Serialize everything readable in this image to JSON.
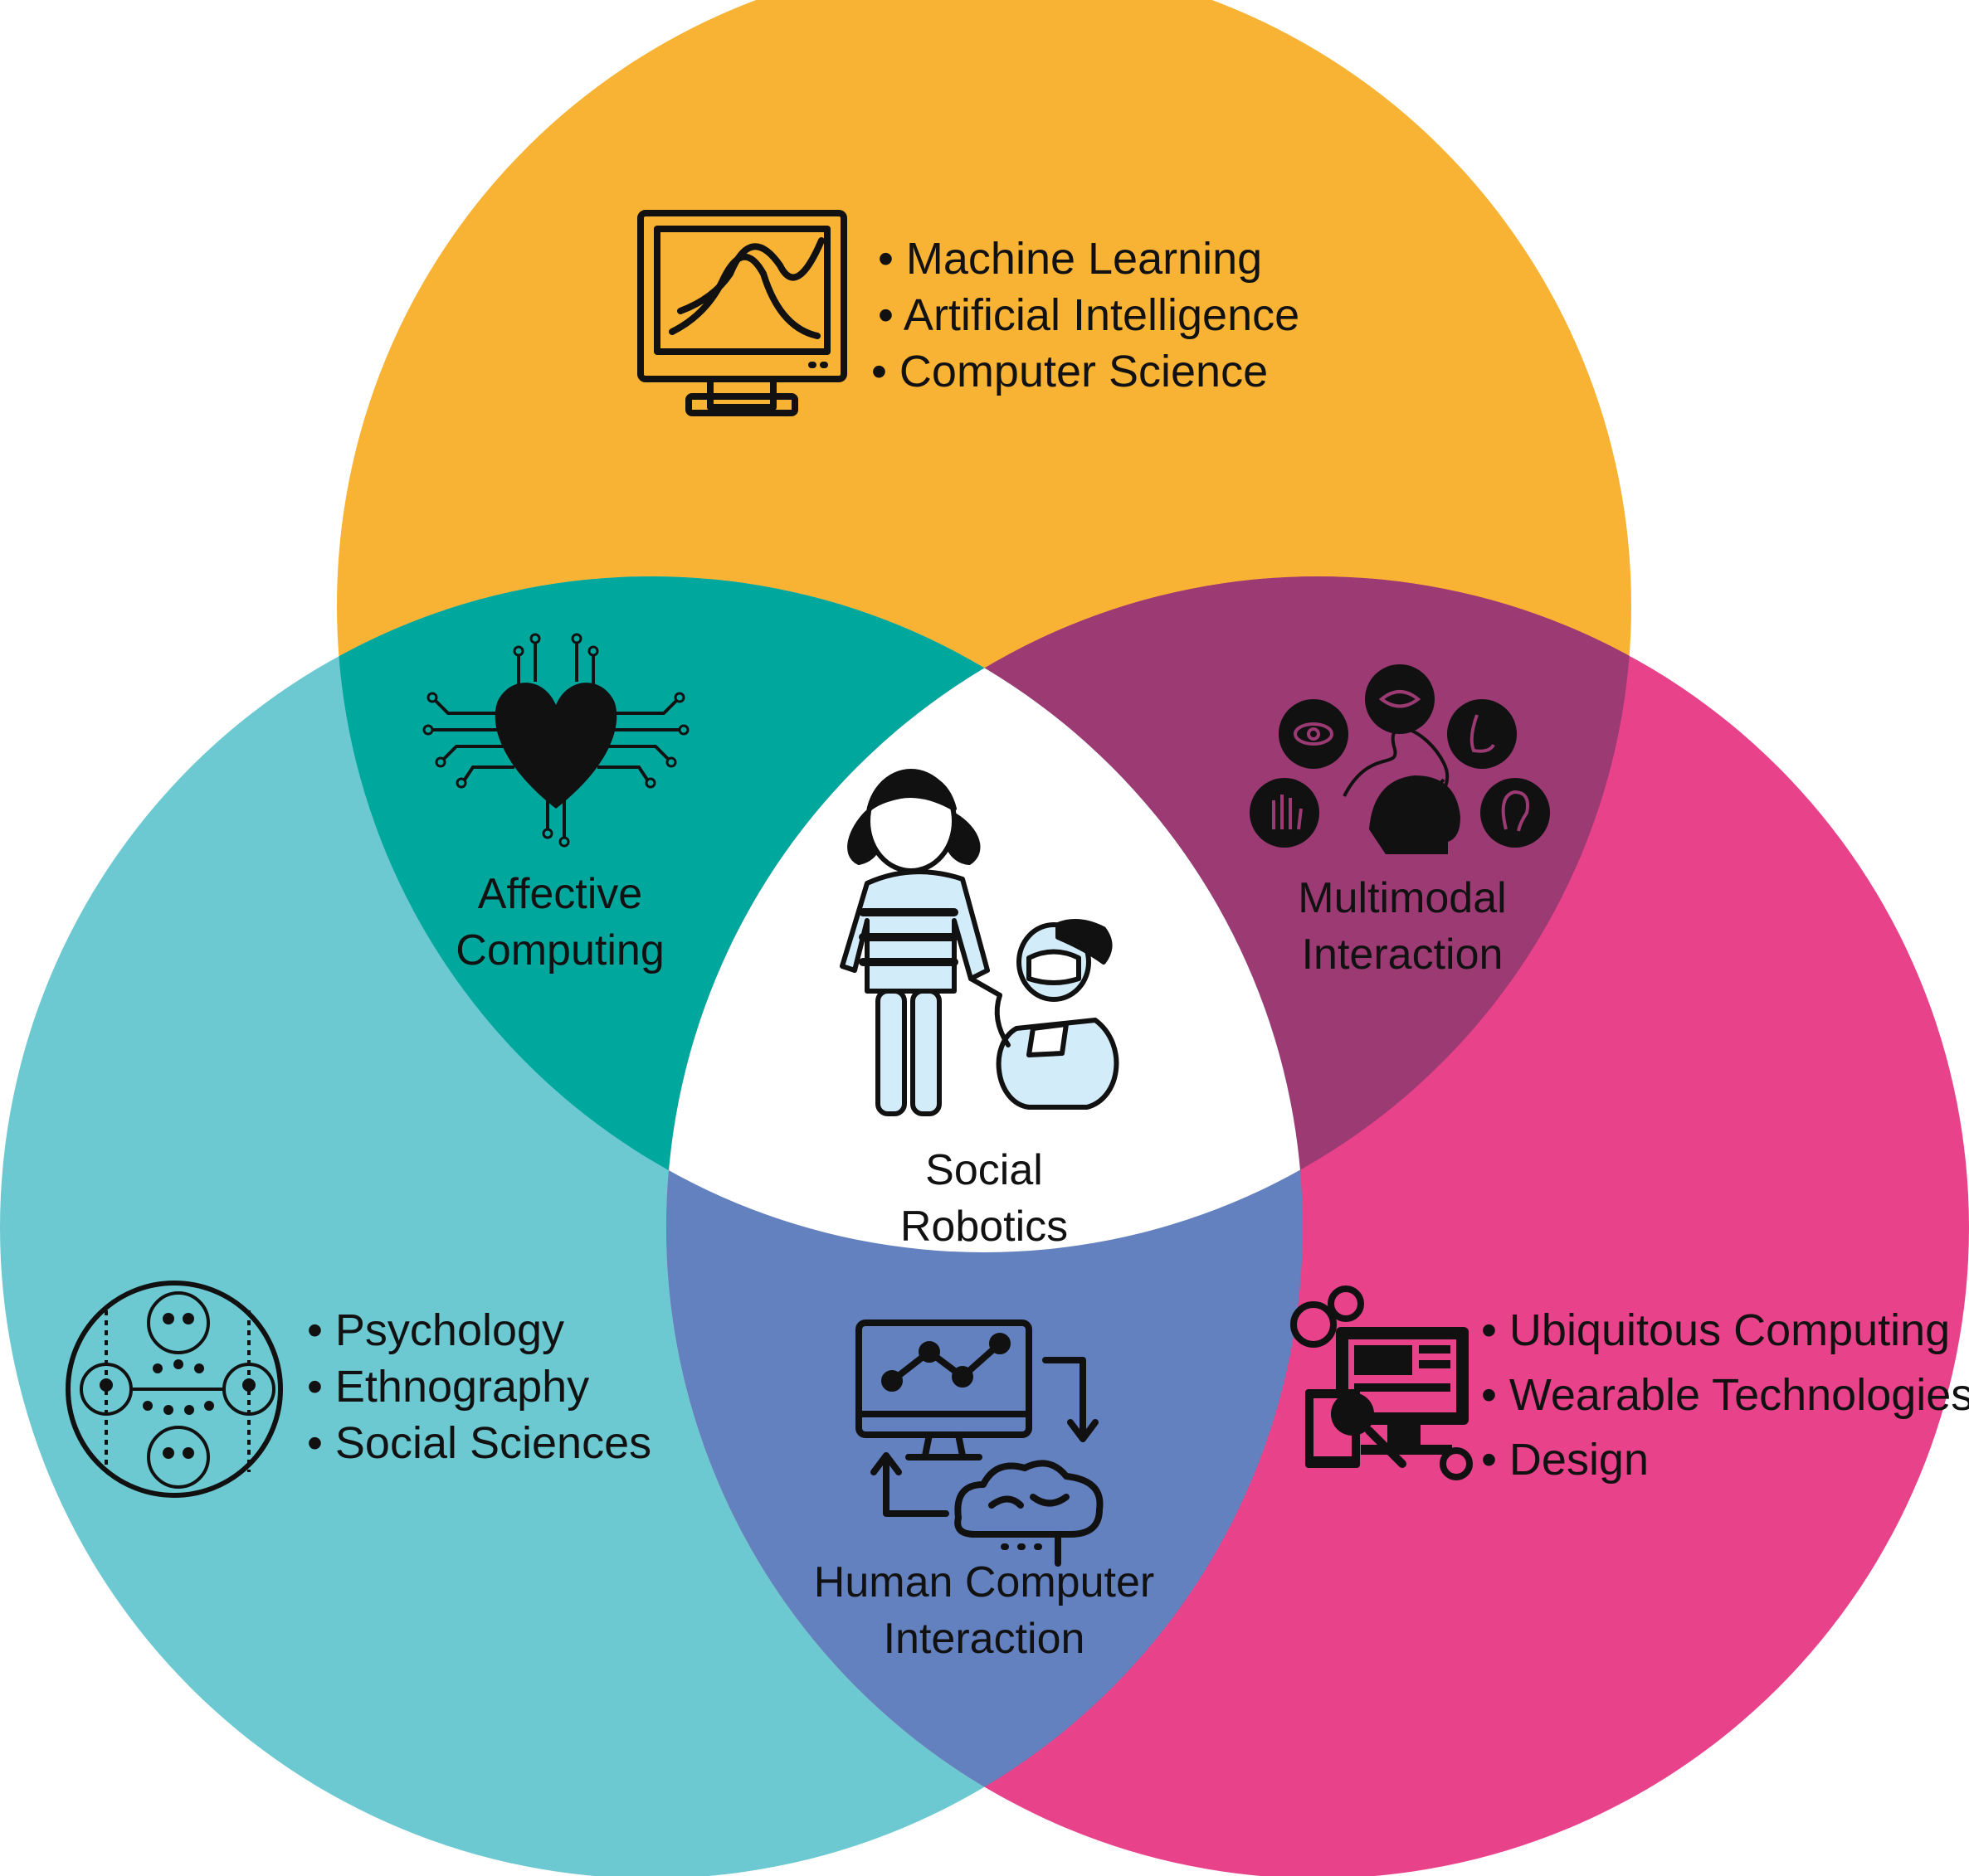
{
  "colors": {
    "top_circle": "#F8B334",
    "left_circle": "#6CC9D1",
    "right_circle": "#E8428B",
    "top_left_overlap": "#00A79D",
    "top_right_overlap": "#9B3A73",
    "bottom_overlap": "#6380BF",
    "center": "#FFFFFF",
    "icon_ink": "#111111",
    "figure_fill": "#D3ECFA"
  },
  "top": {
    "icon": "monitor-chart-icon",
    "items": [
      "• Machine Learning",
      "• Artificial Intelligence",
      "• Computer Science"
    ]
  },
  "left": {
    "icon": "social-network-icon",
    "items": [
      "• Psychology",
      "• Ethnography",
      "• Social Sciences"
    ]
  },
  "right": {
    "icon": "devices-design-icon",
    "items": [
      "• Ubiquitous Computing",
      "• Wearable Technologies",
      "• Design"
    ]
  },
  "overlaps": {
    "top_left": {
      "icon": "circuit-heart-icon",
      "lines": [
        "Affective",
        "Computing"
      ]
    },
    "top_right": {
      "icon": "senses-icon",
      "lines": [
        "Multimodal",
        "Interaction"
      ]
    },
    "bottom": {
      "icon": "computer-brain-cycle-icon",
      "lines": [
        "Human Computer",
        "Interaction"
      ]
    },
    "center": {
      "icon": "child-and-robot-icon",
      "lines": [
        "Social",
        "Robotics"
      ]
    }
  }
}
